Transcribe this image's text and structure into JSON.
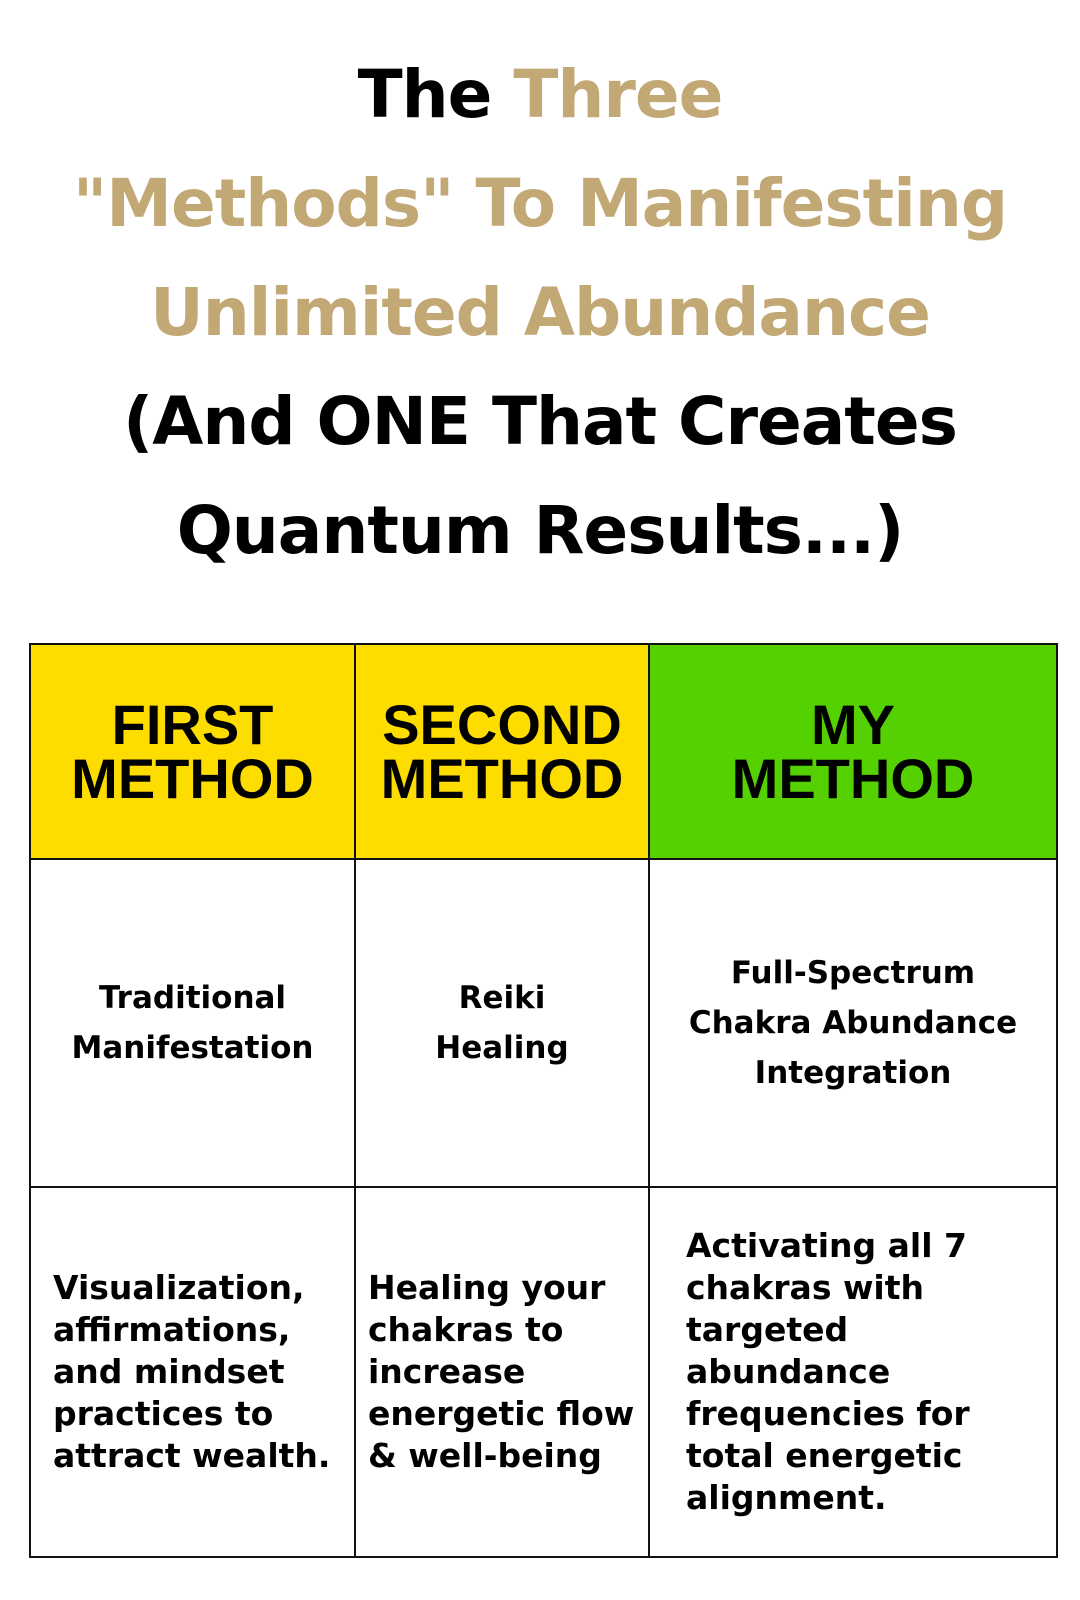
{
  "title": {
    "line1_black": "The",
    "line1_gold": "Three",
    "line2_gold": "\"Methods\" To Manifesting",
    "line3_gold": "Unlimited Abundance",
    "line4": "(And ONE That Creates",
    "line5": "Quantum Results...)"
  },
  "colors": {
    "gold": "#c2a874",
    "yellow": "#fddd00",
    "green": "#55d000"
  },
  "table": {
    "headers": [
      {
        "line1": "FIRST",
        "line2": "METHOD"
      },
      {
        "line1": "SECOND",
        "line2": "METHOD"
      },
      {
        "line1": "MY",
        "line2": "METHOD"
      }
    ],
    "names": [
      [
        "Traditional",
        "Manifestation"
      ],
      [
        "Reiki",
        "Healing"
      ],
      [
        "Full-Spectrum",
        "Chakra Abundance",
        "Integration"
      ]
    ],
    "descriptions": [
      "Visualization, affirmations, and mindset practices to attract wealth.",
      "Healing your chakras to increase energetic flow & well-being",
      "Activating all 7 chakras with targeted abundance frequencies for total energetic alignment."
    ]
  }
}
